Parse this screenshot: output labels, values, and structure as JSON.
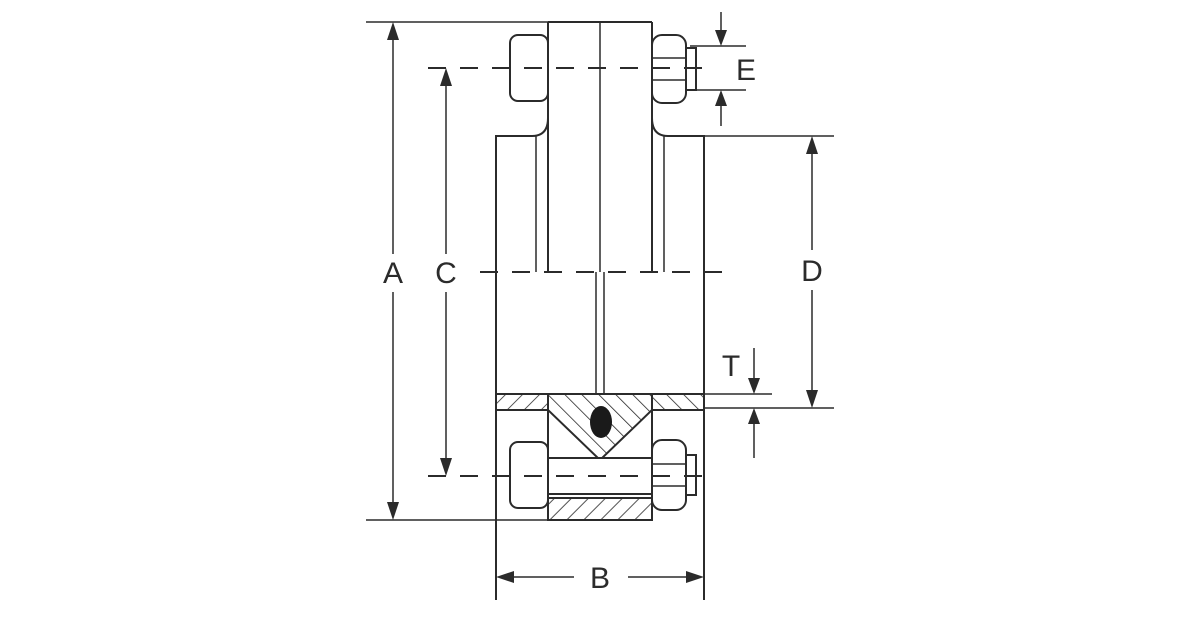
{
  "diagram": {
    "labels": {
      "a": "A",
      "b": "B",
      "c": "C",
      "d": "D",
      "e": "E",
      "t": "T"
    },
    "colors": {
      "line": "#2b2b2b",
      "background": "#ffffff"
    }
  }
}
